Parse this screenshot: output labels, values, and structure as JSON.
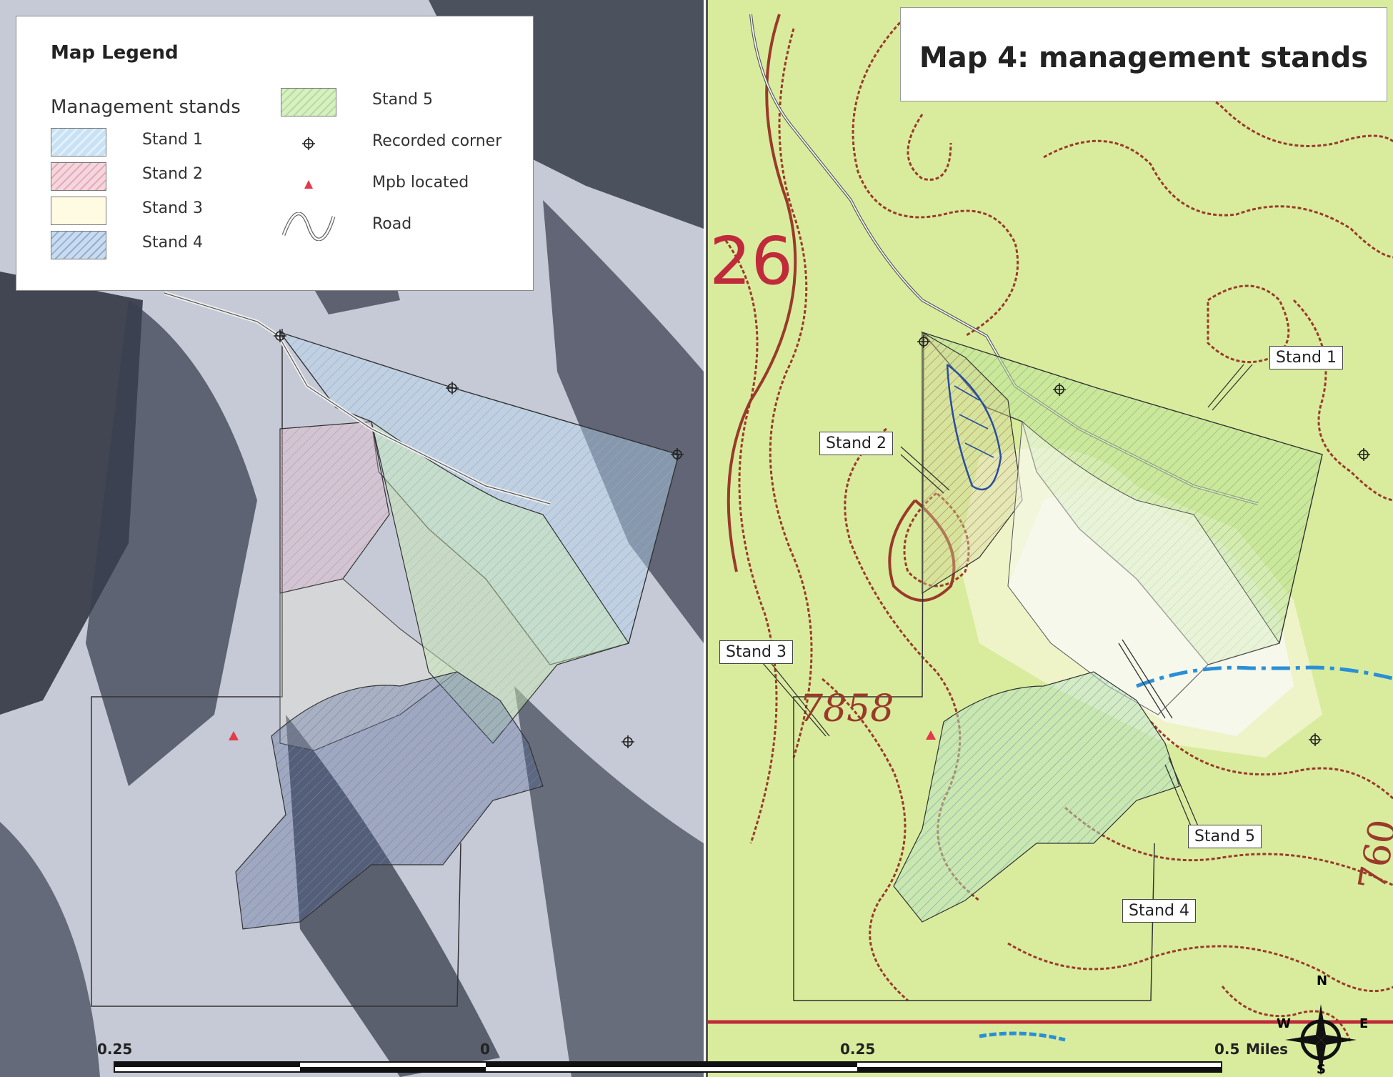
{
  "legend": {
    "title": "Map Legend",
    "subtitle": "Management stands",
    "items": [
      {
        "label": "Stand 1",
        "color": "#c8e2f5"
      },
      {
        "label": "Stand 2",
        "color": "#f3d6de"
      },
      {
        "label": "Stand 3",
        "color": "#fffbe2"
      },
      {
        "label": "Stand 4",
        "color": "#c9dcef"
      },
      {
        "label": "Stand 5",
        "color": "#d7f0c2"
      },
      {
        "label": "Recorded corner",
        "icon": "crosshair-icon"
      },
      {
        "label": "Mpb located",
        "icon": "triangle-icon",
        "color": "#e23a4a"
      },
      {
        "label": "Road",
        "icon": "road-icon"
      }
    ]
  },
  "map_title": "Map 4: management stands",
  "callouts": {
    "stand1": "Stand 1",
    "stand2": "Stand 2",
    "stand3": "Stand 3",
    "stand4": "Stand 4",
    "stand5": "Stand 5"
  },
  "topo_labels": {
    "section": "26",
    "elevation": "7858",
    "contour": "760"
  },
  "scale_bar": {
    "labels": [
      "0.25",
      "0",
      "0.25",
      "0.5"
    ],
    "unit": "Miles"
  },
  "compass": {
    "n": "N",
    "s": "S",
    "e": "E",
    "w": "W"
  },
  "colors": {
    "contour": "#9a3a2a",
    "stream": "#2a8fd8",
    "boundary": "#333333",
    "section_line": "#c02a3a"
  }
}
